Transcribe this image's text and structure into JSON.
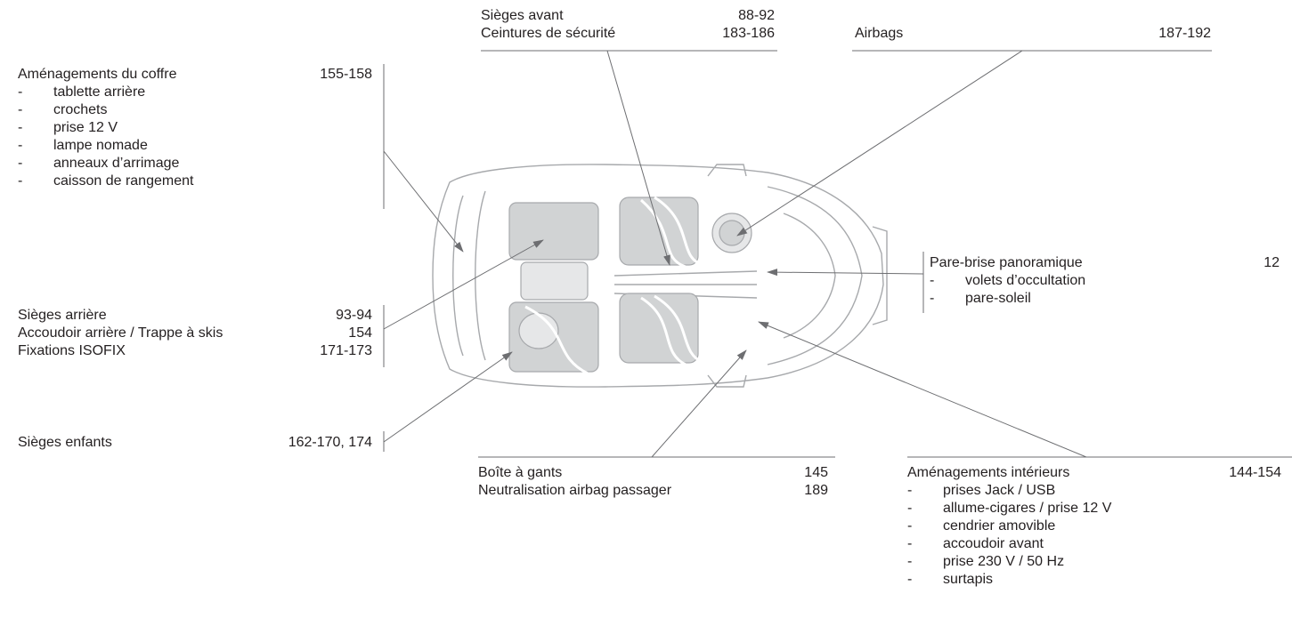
{
  "sections": {
    "front_seats": {
      "rows": [
        {
          "label": "Sièges avant",
          "pages": "88-92"
        },
        {
          "label": "Ceintures de sécurité",
          "pages": "183-186"
        }
      ]
    },
    "airbags": {
      "rows": [
        {
          "label": "Airbags",
          "pages": "187-192"
        }
      ]
    },
    "boot": {
      "rows": [
        {
          "label": "Aménagements du coffre",
          "pages": "155-158"
        }
      ],
      "items": [
        "tablette arrière",
        "crochets",
        "prise 12 V",
        "lampe nomade",
        "anneaux d’arrimage",
        "caisson de rangement"
      ]
    },
    "windscreen": {
      "rows": [
        {
          "label": "Pare-brise panoramique",
          "pages": "12"
        }
      ],
      "items": [
        "volets d’occultation",
        "pare-soleil"
      ]
    },
    "rear_seats": {
      "rows": [
        {
          "label": "Sièges arrière",
          "pages": "93-94"
        },
        {
          "label": "Accoudoir arrière / Trappe à skis",
          "pages": "154"
        },
        {
          "label": "Fixations ISOFIX",
          "pages": "171-173"
        }
      ]
    },
    "child_seats": {
      "rows": [
        {
          "label": "Sièges enfants",
          "pages": "162-170, 174"
        }
      ]
    },
    "glovebox": {
      "rows": [
        {
          "label": "Boîte à gants",
          "pages": "145"
        },
        {
          "label": "Neutralisation airbag passager",
          "pages": "189"
        }
      ]
    },
    "interior": {
      "rows": [
        {
          "label": "Aménagements intérieurs",
          "pages": "144-154"
        }
      ],
      "items": [
        "prises Jack / USB",
        "allume-cigares / prise 12 V",
        "cendrier amovible",
        "accoudoir avant",
        "prise 230 V / 50 Hz",
        "surtapis"
      ]
    }
  },
  "list_marker": "-",
  "colors": {
    "text": "#231f20",
    "leader_line": "#6d6e71",
    "car_outline": "#a7a9ac",
    "seat_fill": "#d1d3d4"
  }
}
